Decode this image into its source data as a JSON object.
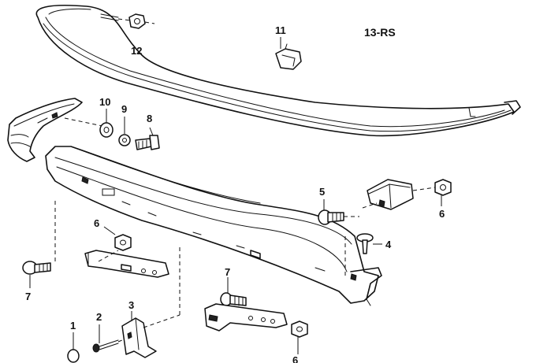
{
  "diagram": {
    "reference_code": "13-RS",
    "parts": [
      {
        "id": "1",
        "label": "1"
      },
      {
        "id": "2",
        "label": "2"
      },
      {
        "id": "3",
        "label": "3"
      },
      {
        "id": "4",
        "label": "4"
      },
      {
        "id": "5",
        "label": "5"
      },
      {
        "id": "6a",
        "label": "6"
      },
      {
        "id": "6b",
        "label": "6"
      },
      {
        "id": "6c",
        "label": "6"
      },
      {
        "id": "7a",
        "label": "7"
      },
      {
        "id": "7b",
        "label": "7"
      },
      {
        "id": "8",
        "label": "8"
      },
      {
        "id": "9",
        "label": "9"
      },
      {
        "id": "10",
        "label": "10"
      },
      {
        "id": "11",
        "label": "11"
      },
      {
        "id": "12",
        "label": "12"
      }
    ]
  }
}
